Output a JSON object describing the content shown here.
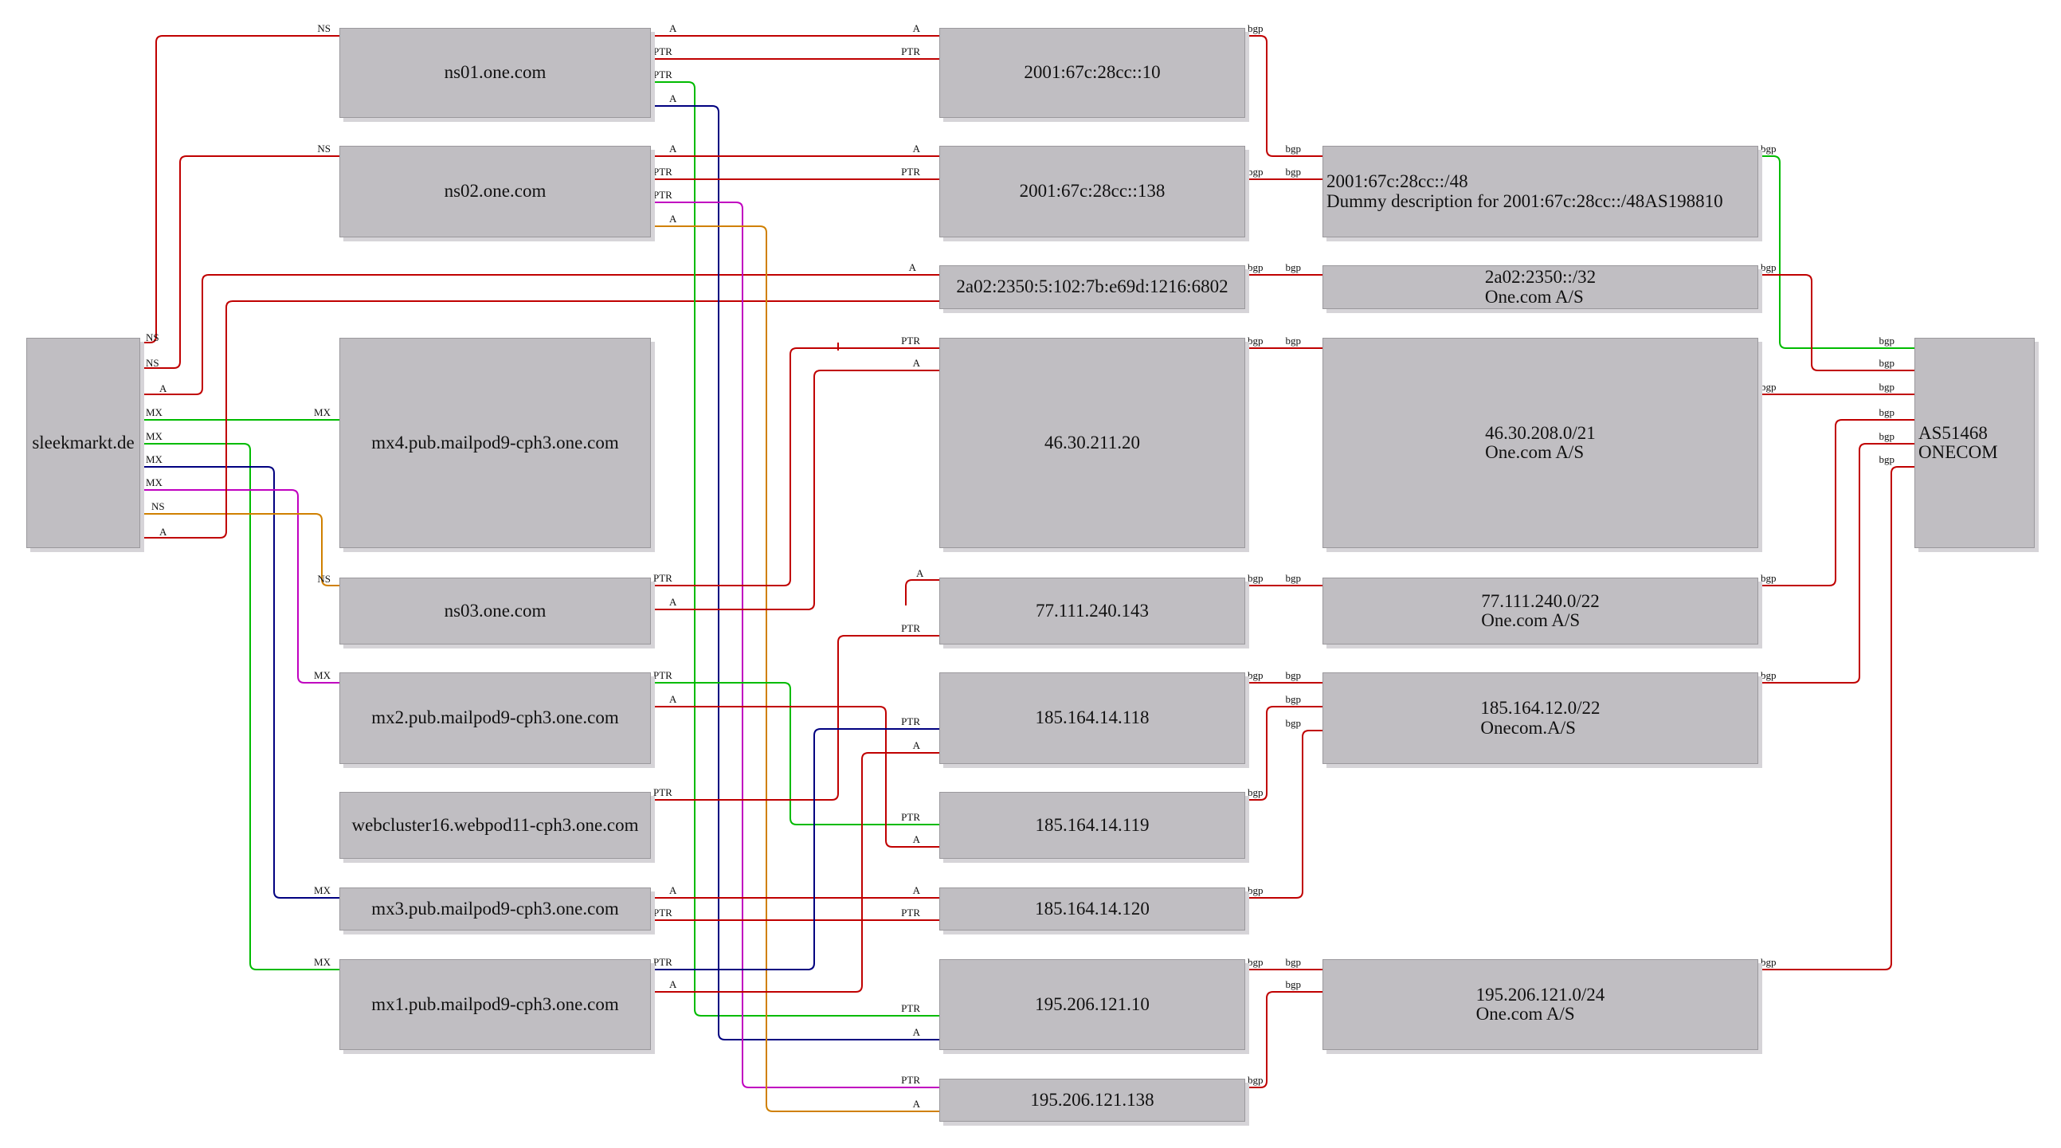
{
  "nodes": {
    "sleekmarkt": "sleekmarkt.de",
    "ns01": "ns01.one.com",
    "ns02": "ns02.one.com",
    "mx4": "mx4.pub.mailpod9-cph3.one.com",
    "ns03": "ns03.one.com",
    "mx2": "mx2.pub.mailpod9-cph3.one.com",
    "webcluster": "webcluster16.webpod11-cph3.one.com",
    "mx3": "mx3.pub.mailpod9-cph3.one.com",
    "mx1": "mx1.pub.mailpod9-cph3.one.com",
    "ip_2001_10": "2001:67c:28cc::10",
    "ip_2001_138": "2001:67c:28cc::138",
    "ip_2a02": "2a02:2350:5:102:7b:e69d:1216:6802",
    "ip_46": "46.30.211.20",
    "ip_77": "77.111.240.143",
    "ip_185_118": "185.164.14.118",
    "ip_185_119": "185.164.14.119",
    "ip_185_120": "185.164.14.120",
    "ip_195_10": "195.206.121.10",
    "ip_195_138": "195.206.121.138",
    "pfx_2001": "2001:67c:28cc::/48\nDummy description for 2001:67c:28cc::/48AS198810",
    "pfx_2a02": "2a02:2350::/32\nOne.com A/S",
    "pfx_46": "46.30.208.0/21\nOne.com A/S",
    "pfx_77": "77.111.240.0/22\nOne.com A/S",
    "pfx_185": "185.164.12.0/22\nOnecom.A/S",
    "pfx_195": "195.206.121.0/24\nOne.com A/S",
    "asn": "AS51468\nONECOM"
  },
  "edge_labels": {
    "ns": "NS",
    "a": "A",
    "ptr": "PTR",
    "mx": "MX",
    "bgp": "bgp"
  },
  "colors": {
    "red": "#c00000",
    "green": "#00bb00",
    "navy": "#000080",
    "magenta": "#c000c0",
    "orange": "#d08000",
    "node_fill": "#c0bec2"
  }
}
